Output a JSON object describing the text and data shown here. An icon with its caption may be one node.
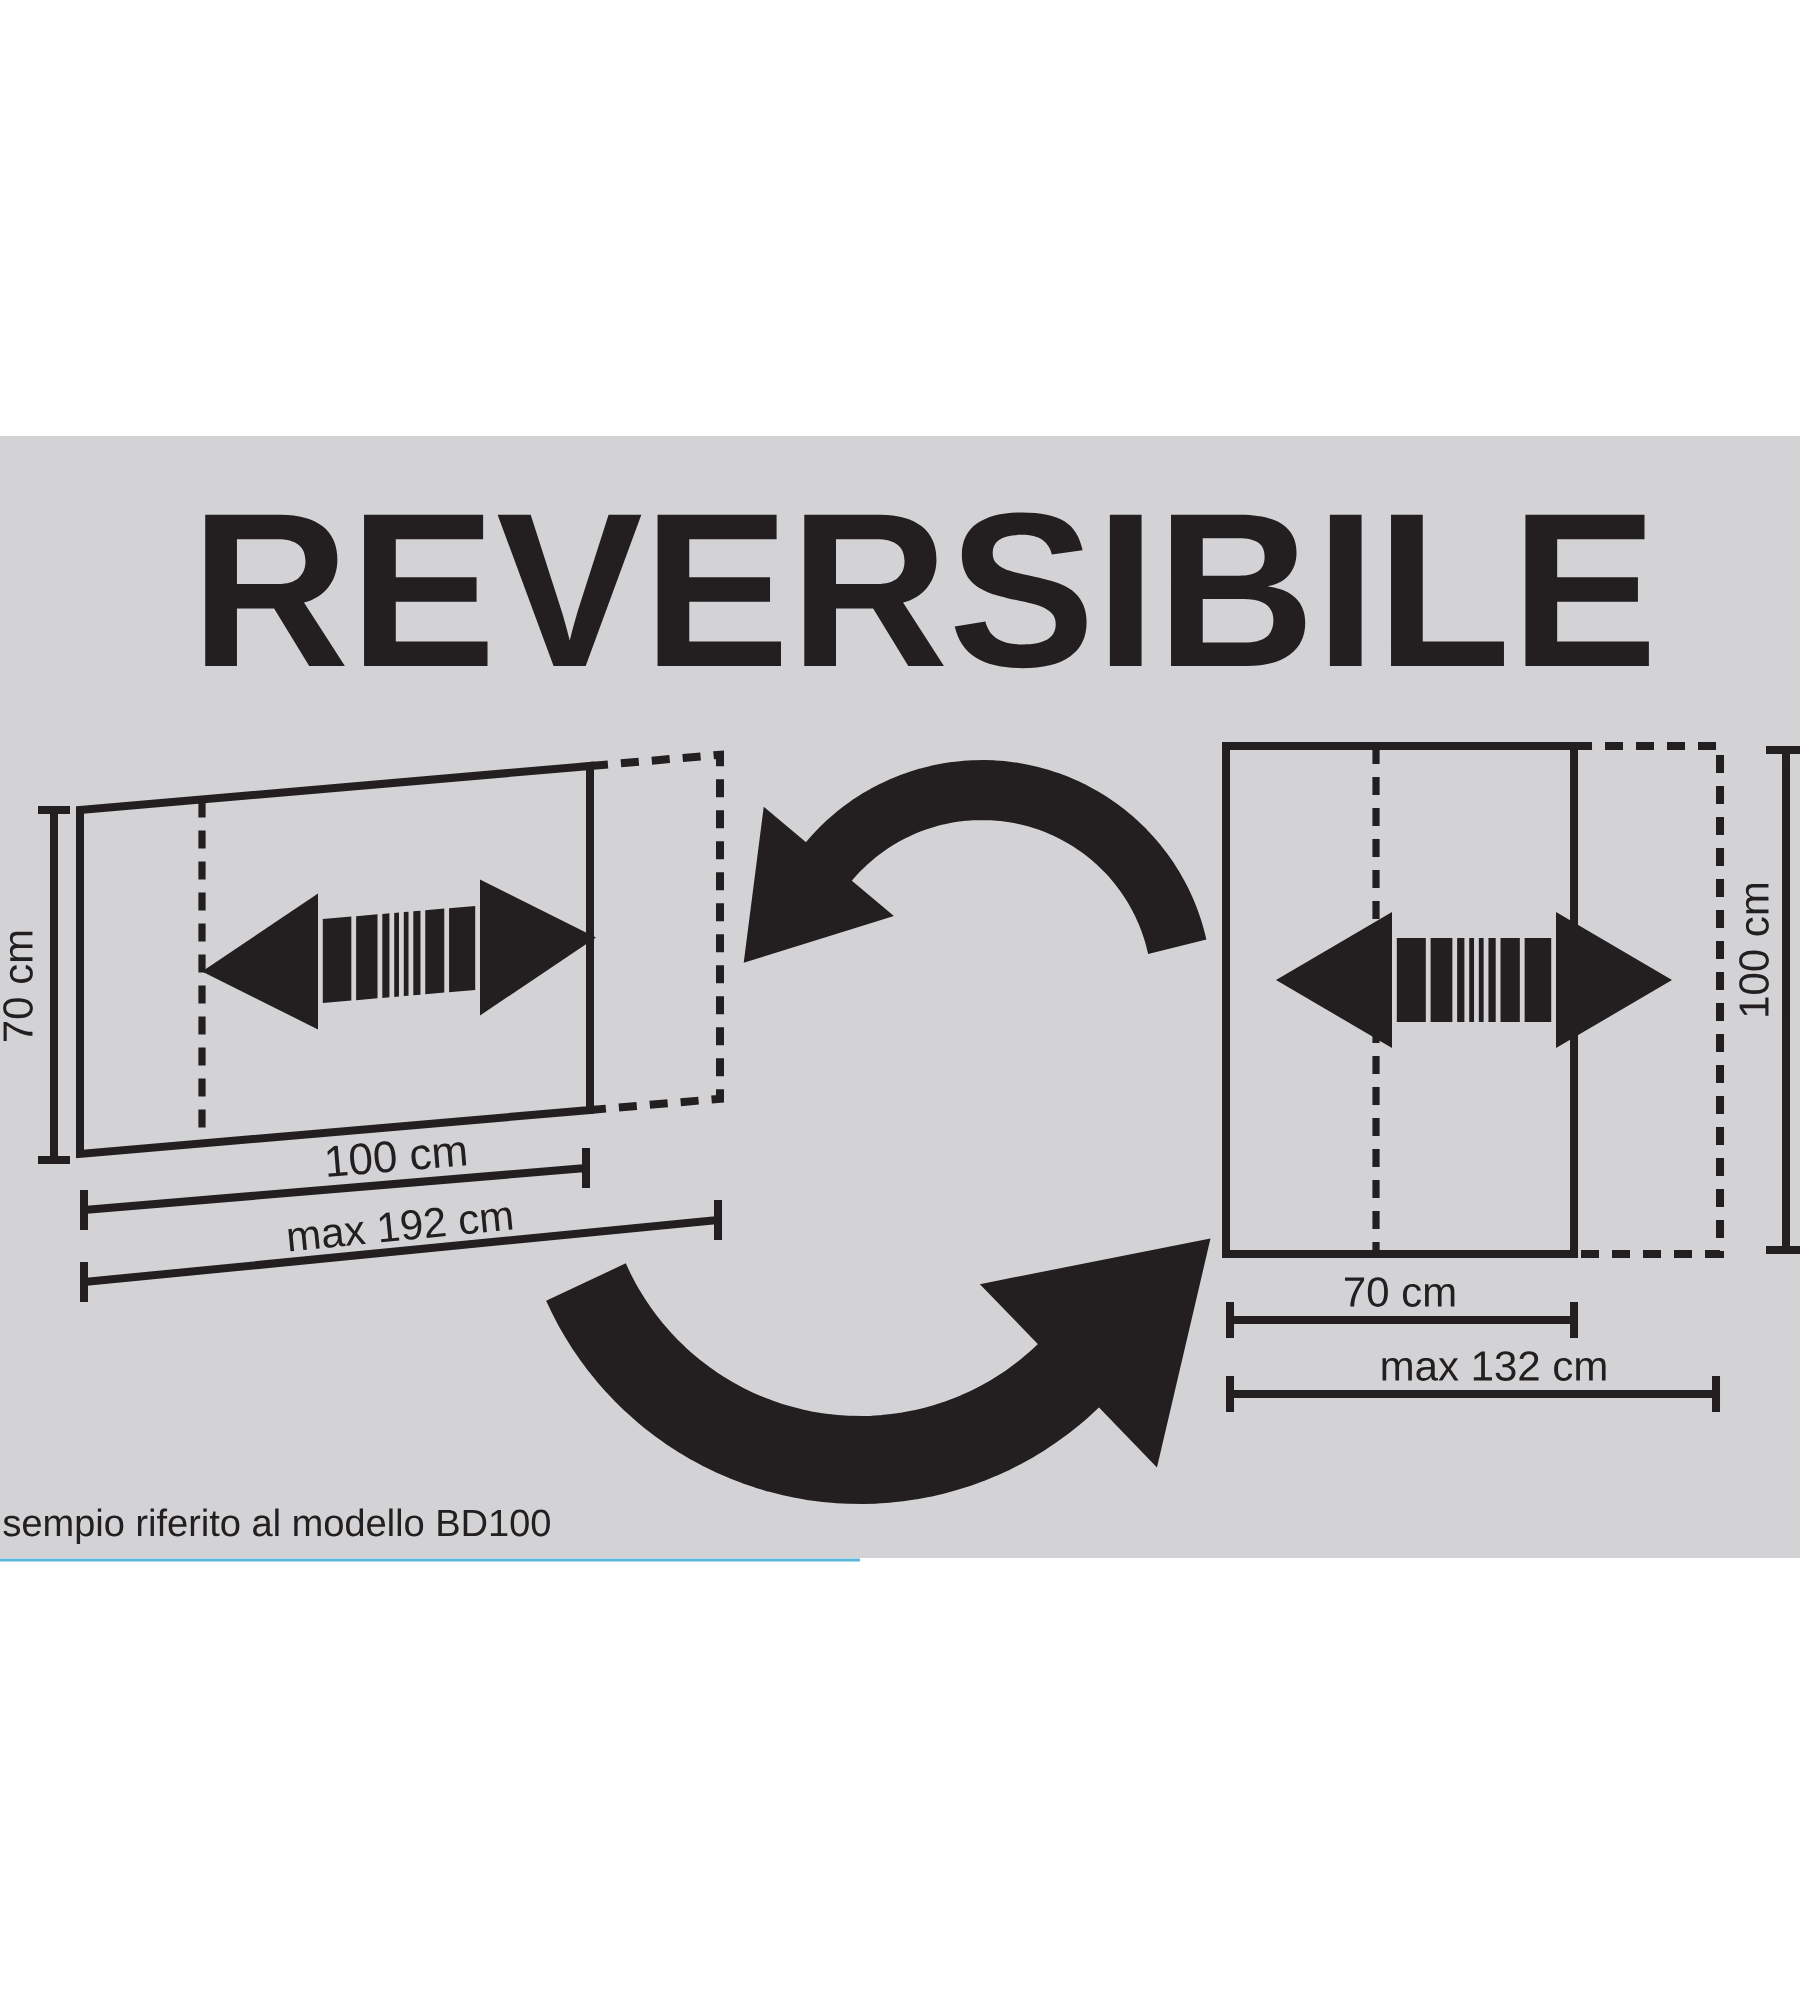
{
  "diagram": {
    "title": "REVERSIBILE",
    "caption": "sempio riferito al modello BD100",
    "nodes": [
      {
        "text": [
          "70 cm",
          "100 cm",
          "max 192 cm"
        ]
      },
      {
        "text": [
          "100 cm",
          "70 cm",
          "max 132 cm"
        ]
      }
    ],
    "edges": [
      {
        "from": 1,
        "to": 0,
        "arrow": "to"
      },
      {
        "from": 0,
        "to": 1,
        "arrow": "to"
      }
    ]
  }
}
